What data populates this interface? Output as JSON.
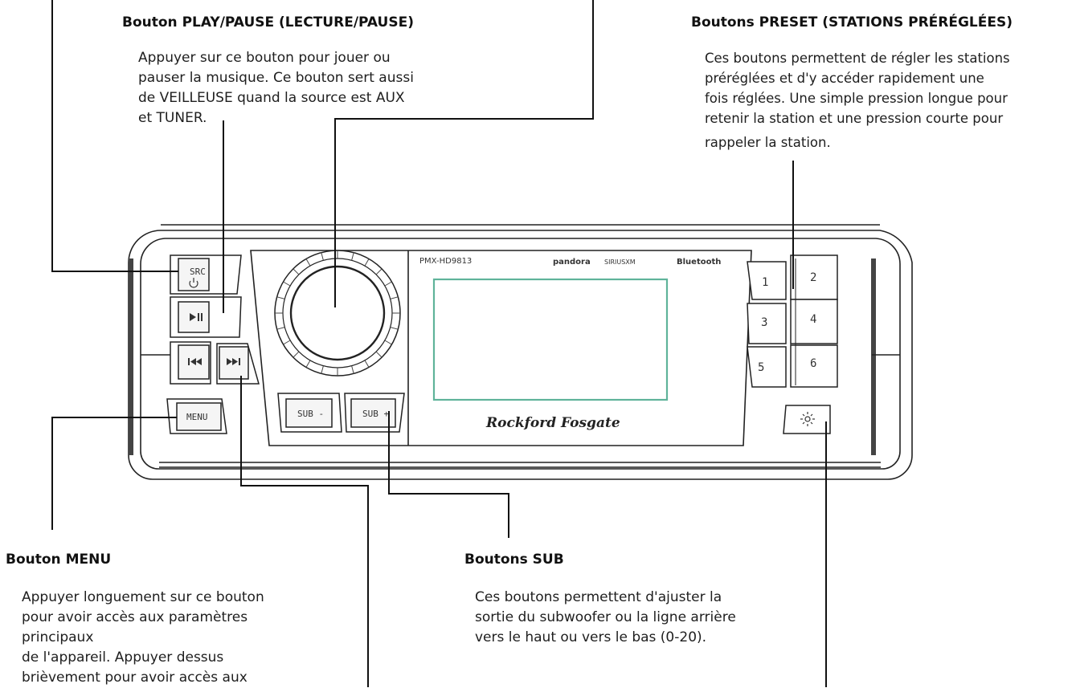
{
  "callouts": {
    "play_pause": {
      "heading": "Bouton PLAY/PAUSE (LECTURE/PAUSE)",
      "lines": [
        "Appuyer sur ce bouton pour jouer ou",
        "pauser la musique. Ce bouton sert aussi",
        "de VEILLEUSE quand la source est AUX",
        "et TUNER."
      ]
    },
    "preset": {
      "heading": "Boutons PRESET (STATIONS PRÉRÉGLÉES)",
      "lines": [
        "Ces boutons permettent de régler les stations",
        "préréglées et d'y accéder rapidement une",
        "fois réglées. Une simple pression longue pour",
        "retenir la station et une pression courte pour",
        "rappeler la station."
      ]
    },
    "menu": {
      "heading": "Bouton MENU",
      "lines": [
        "Appuyer longuement sur ce bouton",
        "pour avoir accès aux paramètres",
        "principaux",
        "de l'appareil. Appuyer dessus",
        "brièvement pour avoir accès aux"
      ]
    },
    "sub": {
      "heading": "Boutons SUB",
      "lines": [
        "Ces boutons permettent d'ajuster la",
        "sortie du subwoofer ou la ligne arrière",
        "vers le haut ou vers le bas (0-20)."
      ]
    }
  },
  "device": {
    "model": "PMX-HD9813",
    "brands": [
      "pandora",
      "SIRIUSXM",
      "Bluetooth"
    ],
    "logo": "Rockford Fosgate",
    "src_label": "SRC",
    "menu_label": "MENU",
    "sub_minus": "SUB -",
    "sub_plus": "SUB +",
    "presets": [
      "1",
      "2",
      "3",
      "4",
      "5",
      "6"
    ],
    "icons": {
      "play_pause": "play-pause-icon",
      "prev": "skip-back-icon",
      "next": "skip-forward-icon",
      "power": "power-icon",
      "dimmer": "sun-icon"
    },
    "screen_color": "#5fb39a"
  }
}
